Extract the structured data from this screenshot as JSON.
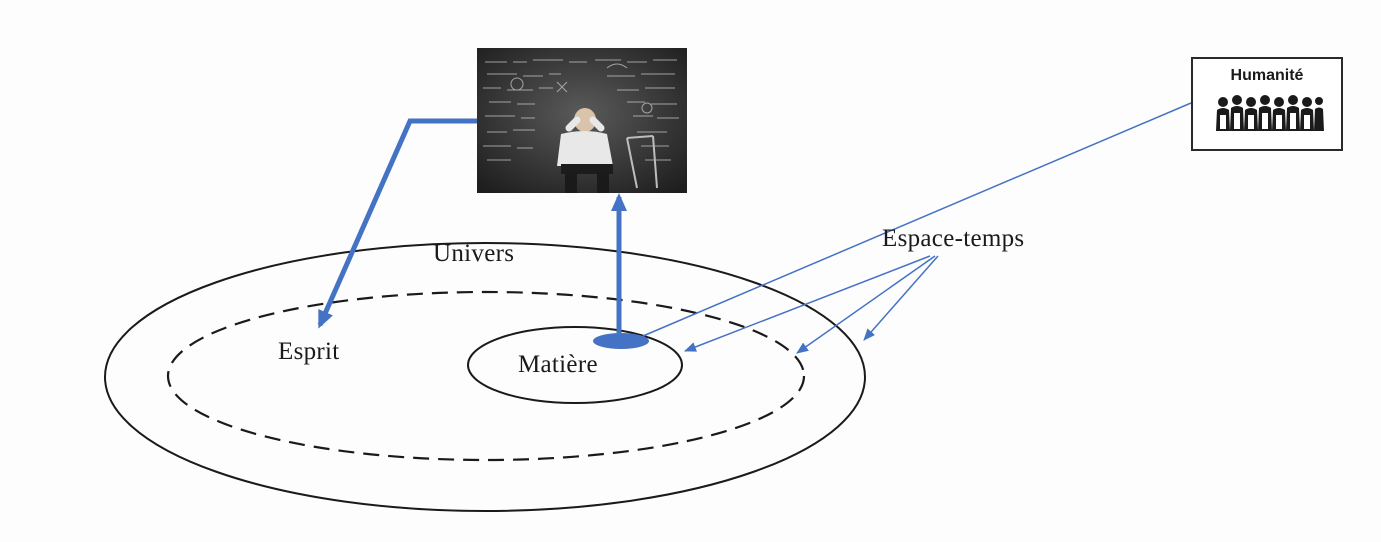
{
  "diagram": {
    "labels": {
      "univers": "Univers",
      "esprit": "Esprit",
      "matiere": "Matière",
      "espace_temps": "Espace-temps",
      "humanite": "Humanité"
    },
    "images": {
      "photo": "person-at-blackboard-photo",
      "crowd": "crowd-icon"
    },
    "colors": {
      "arrow_blue": "#4472c4",
      "line_black": "#1a1a1a",
      "background": "#fdfdfd"
    },
    "edges": [
      {
        "from": "photo",
        "to": "esprit",
        "style": "thick-arrow"
      },
      {
        "from": "matiere",
        "to": "photo",
        "style": "thick-arrow"
      },
      {
        "from": "humanite",
        "to": "matiere",
        "style": "thin-line"
      },
      {
        "from": "espace_temps",
        "to": "matiere-ring",
        "style": "thin-arrow"
      },
      {
        "from": "espace_temps",
        "to": "esprit-ring",
        "style": "thin-arrow"
      },
      {
        "from": "espace_temps",
        "to": "univers-ring",
        "style": "thin-arrow"
      }
    ]
  }
}
